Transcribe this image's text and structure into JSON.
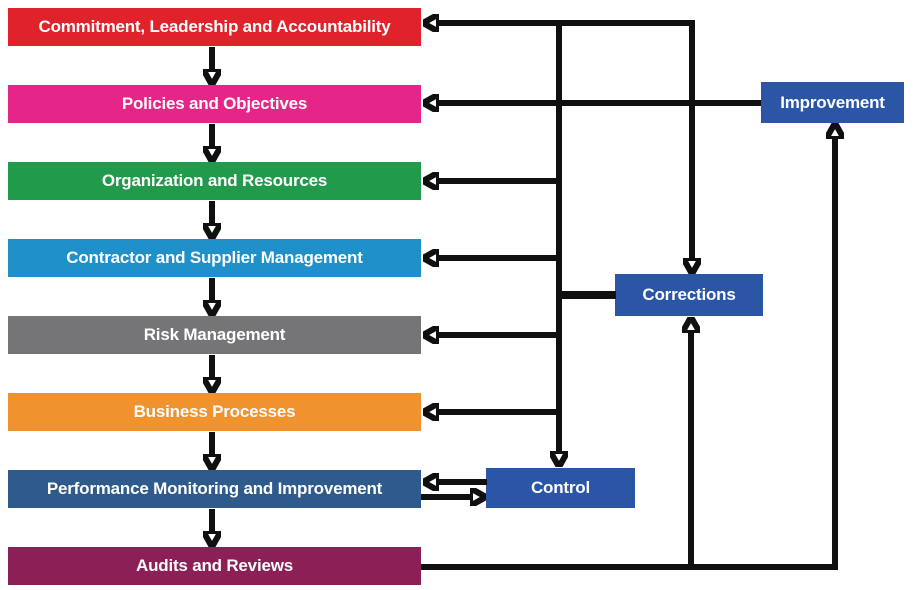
{
  "diagram": {
    "background": "#ffffff",
    "text_color": "#ffffff",
    "arrow_color": "#101010",
    "flow_boxes": [
      {
        "id": "commitment",
        "label": "Commitment, Leadership and Accountability",
        "color": "#e0232a"
      },
      {
        "id": "policies",
        "label": "Policies and Objectives",
        "color": "#e52688"
      },
      {
        "id": "organization",
        "label": "Organization and Resources",
        "color": "#219a4b"
      },
      {
        "id": "contractor",
        "label": "Contractor and Supplier Management",
        "color": "#2090cb"
      },
      {
        "id": "risk",
        "label": "Risk Management",
        "color": "#757578"
      },
      {
        "id": "business",
        "label": "Business Processes",
        "color": "#f0922d"
      },
      {
        "id": "performance",
        "label": "Performance Monitoring and Improvement",
        "color": "#2e5a8c"
      },
      {
        "id": "audits",
        "label": "Audits and Reviews",
        "color": "#8c2056"
      }
    ],
    "side_boxes": [
      {
        "id": "improvement",
        "label": "Improvement",
        "color": "#2b55a5"
      },
      {
        "id": "corrections",
        "label": "Corrections",
        "color": "#2b55a5"
      },
      {
        "id": "control",
        "label": "Control",
        "color": "#2b55a5"
      }
    ],
    "connections": [
      {
        "from": "commitment",
        "to": "policies"
      },
      {
        "from": "policies",
        "to": "organization"
      },
      {
        "from": "organization",
        "to": "contractor"
      },
      {
        "from": "contractor",
        "to": "risk"
      },
      {
        "from": "risk",
        "to": "business"
      },
      {
        "from": "business",
        "to": "performance"
      },
      {
        "from": "performance",
        "to": "audits"
      },
      {
        "from": "performance",
        "to": "control"
      },
      {
        "from": "control",
        "to": "performance"
      },
      {
        "from": "corrections",
        "to": "feedback-trunk"
      },
      {
        "from": "feedback-trunk",
        "to": "commitment"
      },
      {
        "from": "feedback-trunk",
        "to": "organization"
      },
      {
        "from": "feedback-trunk",
        "to": "contractor"
      },
      {
        "from": "feedback-trunk",
        "to": "risk"
      },
      {
        "from": "feedback-trunk",
        "to": "business"
      },
      {
        "from": "feedback-trunk",
        "to": "control"
      },
      {
        "from": "feedback-trunk",
        "to": "corrections"
      },
      {
        "from": "audits",
        "to": "corrections"
      },
      {
        "from": "audits",
        "to": "improvement"
      },
      {
        "from": "improvement",
        "to": "policies"
      }
    ]
  }
}
